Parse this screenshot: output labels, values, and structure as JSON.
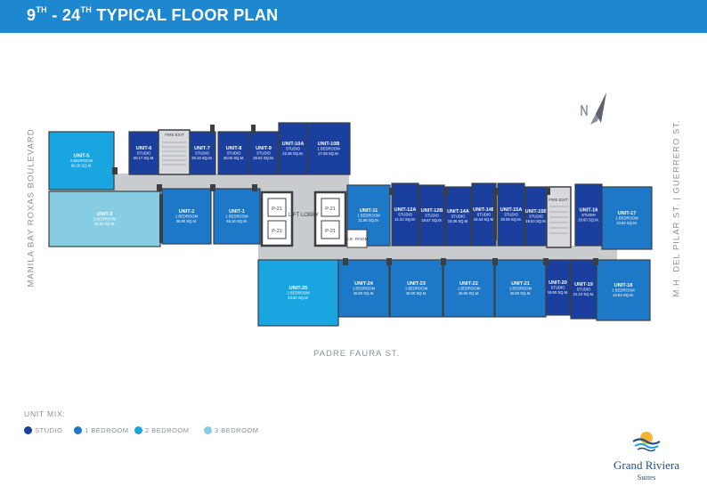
{
  "header": {
    "title_a": "9",
    "sup_a": "TH",
    "title_b": " - 24",
    "sup_b": "TH",
    "title_c": " TYPICAL FLOOR PLAN"
  },
  "streets": {
    "west": "MANILA BAY ROXAS BOULEVARD",
    "south": "PADRE FAURA ST.",
    "east": "M.H. DEL PILAR ST. | GUERRERO ST."
  },
  "colors": {
    "studio": "#1a3f9e",
    "one_bedroom": "#1d78c7",
    "two_bedroom": "#19a6e0",
    "three_bedroom": "#86cde4",
    "corridor": "#c9cccf",
    "wall": "#3b3f44",
    "header": "#1d87cf"
  },
  "units": [
    {
      "id": "unit-5",
      "name": "UNIT-5",
      "type": "2 BEDROOM",
      "area": "60.20 SQ.M.",
      "cls": "two_bedroom"
    },
    {
      "id": "unit-6",
      "name": "UNIT-6",
      "type": "STUDIO",
      "area": "20.17 SQ.M.",
      "cls": "studio"
    },
    {
      "id": "unit-7",
      "name": "UNIT-7",
      "type": "STUDIO",
      "area": "20.16 SQ.M.",
      "cls": "studio"
    },
    {
      "id": "unit-8",
      "name": "UNIT-8",
      "type": "STUDIO",
      "area": "20.02 SQ.M.",
      "cls": "studio"
    },
    {
      "id": "unit-9",
      "name": "UNIT-9",
      "type": "STUDIO",
      "area": "20.02 SQ.M.",
      "cls": "studio"
    },
    {
      "id": "unit-10a",
      "name": "UNIT-10A",
      "type": "STUDIO",
      "area": "22.35 SQ.M.",
      "cls": "studio"
    },
    {
      "id": "unit-10b",
      "name": "UNIT-10B",
      "type": "1 BEDROOM",
      "area": "27.28 SQ.M.",
      "cls": "studio"
    },
    {
      "id": "unit-3",
      "name": "UNIT-3",
      "type": "3 BEDROOM",
      "area": "84.92 SQ.M.",
      "cls": "three_bedroom"
    },
    {
      "id": "unit-2",
      "name": "UNIT-2",
      "type": "1 BEDROOM",
      "area": "36.80 SQ.M.",
      "cls": "one_bedroom"
    },
    {
      "id": "unit-1",
      "name": "UNIT-1",
      "type": "1 BEDROOM",
      "area": "46.16 SQ.M.",
      "cls": "one_bedroom"
    },
    {
      "id": "unit-11",
      "name": "UNIT-11",
      "type": "1 BEDROOM",
      "area": "31.95 SQ.M.",
      "cls": "one_bedroom"
    },
    {
      "id": "unit-12a",
      "name": "UNIT-12A",
      "type": "STUDIO",
      "area": "21.22 SQ.M.",
      "cls": "studio"
    },
    {
      "id": "unit-12b",
      "name": "UNIT-12B",
      "type": "STUDIO",
      "area": "19.57 SQ.M.",
      "cls": "studio"
    },
    {
      "id": "unit-14a",
      "name": "UNIT-14A",
      "type": "STUDIO",
      "area": "19.36 SQ.M.",
      "cls": "studio"
    },
    {
      "id": "unit-14b",
      "name": "UNIT-14B",
      "type": "STUDIO",
      "area": "19.44 SQ.M.",
      "cls": "studio"
    },
    {
      "id": "unit-15a",
      "name": "UNIT-15A",
      "type": "STUDIO",
      "area": "20.06 SQ.M.",
      "cls": "studio"
    },
    {
      "id": "unit-15b",
      "name": "UNIT-15B",
      "type": "STUDIO",
      "area": "19.53 SQ.M.",
      "cls": "studio"
    },
    {
      "id": "unit-16",
      "name": "UNIT-16",
      "type": "STUDIO",
      "area": "20.60 SQ.M.",
      "cls": "studio"
    },
    {
      "id": "unit-17",
      "name": "UNIT-17",
      "type": "1 BEDROOM",
      "area": "43.84 SQ.M.",
      "cls": "one_bedroom"
    },
    {
      "id": "unit-25",
      "name": "UNIT-25",
      "type": "2 BEDROOM",
      "area": "64.50 SQ.M.",
      "cls": "two_bedroom"
    },
    {
      "id": "unit-24",
      "name": "UNIT-24",
      "type": "1 BEDROOM",
      "area": "40.60 SQ.M.",
      "cls": "one_bedroom"
    },
    {
      "id": "unit-23",
      "name": "UNIT-23",
      "type": "1 BEDROOM",
      "area": "40.60 SQ.M.",
      "cls": "one_bedroom"
    },
    {
      "id": "unit-22",
      "name": "UNIT-22",
      "type": "1 BEDROOM",
      "area": "40.60 SQ.M.",
      "cls": "one_bedroom"
    },
    {
      "id": "unit-21",
      "name": "UNIT-21",
      "type": "1 BEDROOM",
      "area": "40.60 SQ.M.",
      "cls": "one_bedroom"
    },
    {
      "id": "unit-20",
      "name": "UNIT-20",
      "type": "STUDIO",
      "area": "19.50 SQ.M.",
      "cls": "studio"
    },
    {
      "id": "unit-19",
      "name": "UNIT-19",
      "type": "STUDIO",
      "area": "21.10 SQ.M.",
      "cls": "studio"
    },
    {
      "id": "unit-18",
      "name": "UNIT-18",
      "type": "1 BEDROOM",
      "area": "43.84 SQ.M.",
      "cls": "one_bedroom"
    }
  ],
  "core": {
    "fire_exit": "FIRE EXIT",
    "parking": [
      "P-21",
      "P-21",
      "P-21",
      "P-21"
    ],
    "lift_lobby": "LIFT LOBBY",
    "ee_room": "E.E. ROOM"
  },
  "legend": {
    "title": "UNIT MIX:",
    "items": [
      {
        "label": "STUDIO",
        "cls": "studio"
      },
      {
        "label": "1 BEDROOM",
        "cls": "one_bedroom"
      },
      {
        "label": "2 BEDROOM",
        "cls": "two_bedroom"
      },
      {
        "label": "3 BEDROOM",
        "cls": "three_bedroom"
      }
    ]
  },
  "brand": {
    "name": "Grand Riviera",
    "sub": "Suites"
  }
}
